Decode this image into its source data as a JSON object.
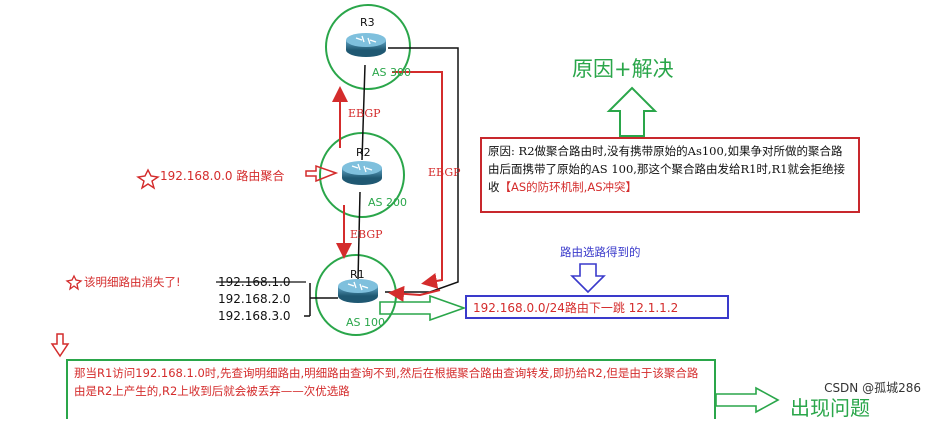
{
  "routers": {
    "r3": {
      "name": "R3",
      "as": "AS 300"
    },
    "r2": {
      "name": "R2",
      "as": "AS 200"
    },
    "r1": {
      "name": "R1",
      "as": "AS 100"
    }
  },
  "links": {
    "r3_r2": "EBGP",
    "r2_r1": "EBGP",
    "r3_r1": "EBGP"
  },
  "left_notes": {
    "aggregate": "192.168.0.0 路由聚合",
    "lost": "该明细路由消失了!",
    "nets": [
      "192.168.1.0",
      "192.168.2.0",
      "192.168.3.0"
    ]
  },
  "title_label": "原因+解决",
  "reason": {
    "text": "原因: R2做聚合路由时,没有携带原始的As100,如果争对所做的聚合路由后面携带了原始的AS 100,那这个聚合路由发给R1时,R1就会拒绝接收",
    "highlight": "【AS的防环机制,AS冲突】"
  },
  "route_caption": "路由选路得到的",
  "route_box": "192.168.0.0/24路由下一跳 12.1.1.2",
  "bottom_text": "那当R1访问192.168.1.0时,先查询明细路由,明细路由查询不到,然后在根据聚合路由查询转发,即扔给R2,但是由于该聚合路由是R2上产生的,R2上收到后就会被丢弃——次优选路",
  "cut_text": "出现问题",
  "watermark": "CSDN @孤城286",
  "colors": {
    "red": "#d42c2c",
    "green": "#2aa64a",
    "blue": "#3a3acb",
    "router": "#2e6f8e"
  }
}
